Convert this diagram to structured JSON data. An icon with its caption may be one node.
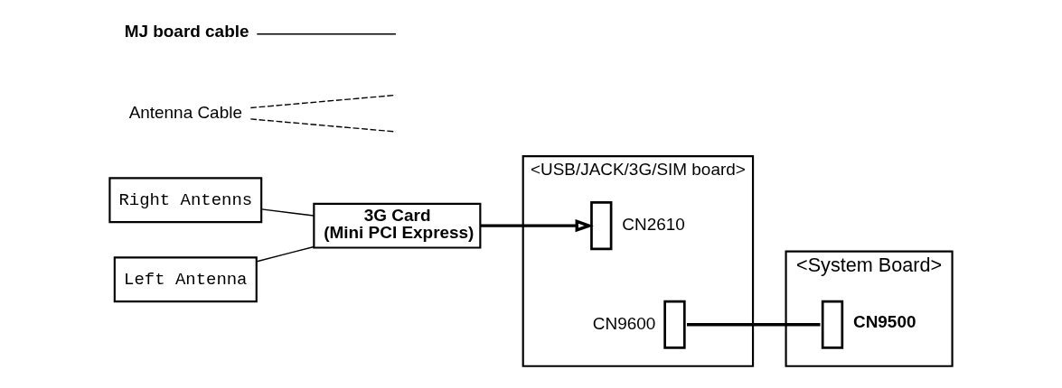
{
  "diagram": {
    "nodes": [
      {
        "text": [
          "Right Antenns"
        ]
      },
      {
        "text": [
          "Left Antenna"
        ]
      },
      {
        "text": [
          "3G Card",
          "(Mini PCI Express)"
        ]
      },
      {
        "text": [
          "<USB/JACK/3G/SIM board>"
        ]
      },
      {
        "text": [],
        "shape": "box",
        "in": 3,
        "beside": [
          "CN2610"
        ]
      },
      {
        "text": [],
        "shape": "box",
        "in": 3,
        "beside": [
          "CN9600"
        ]
      },
      {
        "text": [
          "<System Board>"
        ]
      },
      {
        "text": [],
        "shape": "box",
        "in": 6,
        "beside": [
          "CN9500"
        ]
      },
      {
        "text": [
          "Antenna Cable"
        ]
      },
      {
        "text": [
          "MJ board cable"
        ]
      }
    ],
    "edges": [
      {
        "from": 0,
        "to": 2,
        "arrow": "none"
      },
      {
        "from": 1,
        "to": 2,
        "arrow": "none"
      },
      {
        "from": 2,
        "to": 4,
        "arrow": "to",
        "style": "thick"
      },
      {
        "from": 5,
        "to": 7,
        "arrow": "none",
        "style": "thick"
      },
      {
        "from": 8,
        "to": null,
        "arrow": "none",
        "style": "dashed"
      },
      {
        "from": 8,
        "to": null,
        "arrow": "none",
        "style": "dashed"
      },
      {
        "from": 9,
        "to": null,
        "arrow": "none"
      }
    ]
  }
}
